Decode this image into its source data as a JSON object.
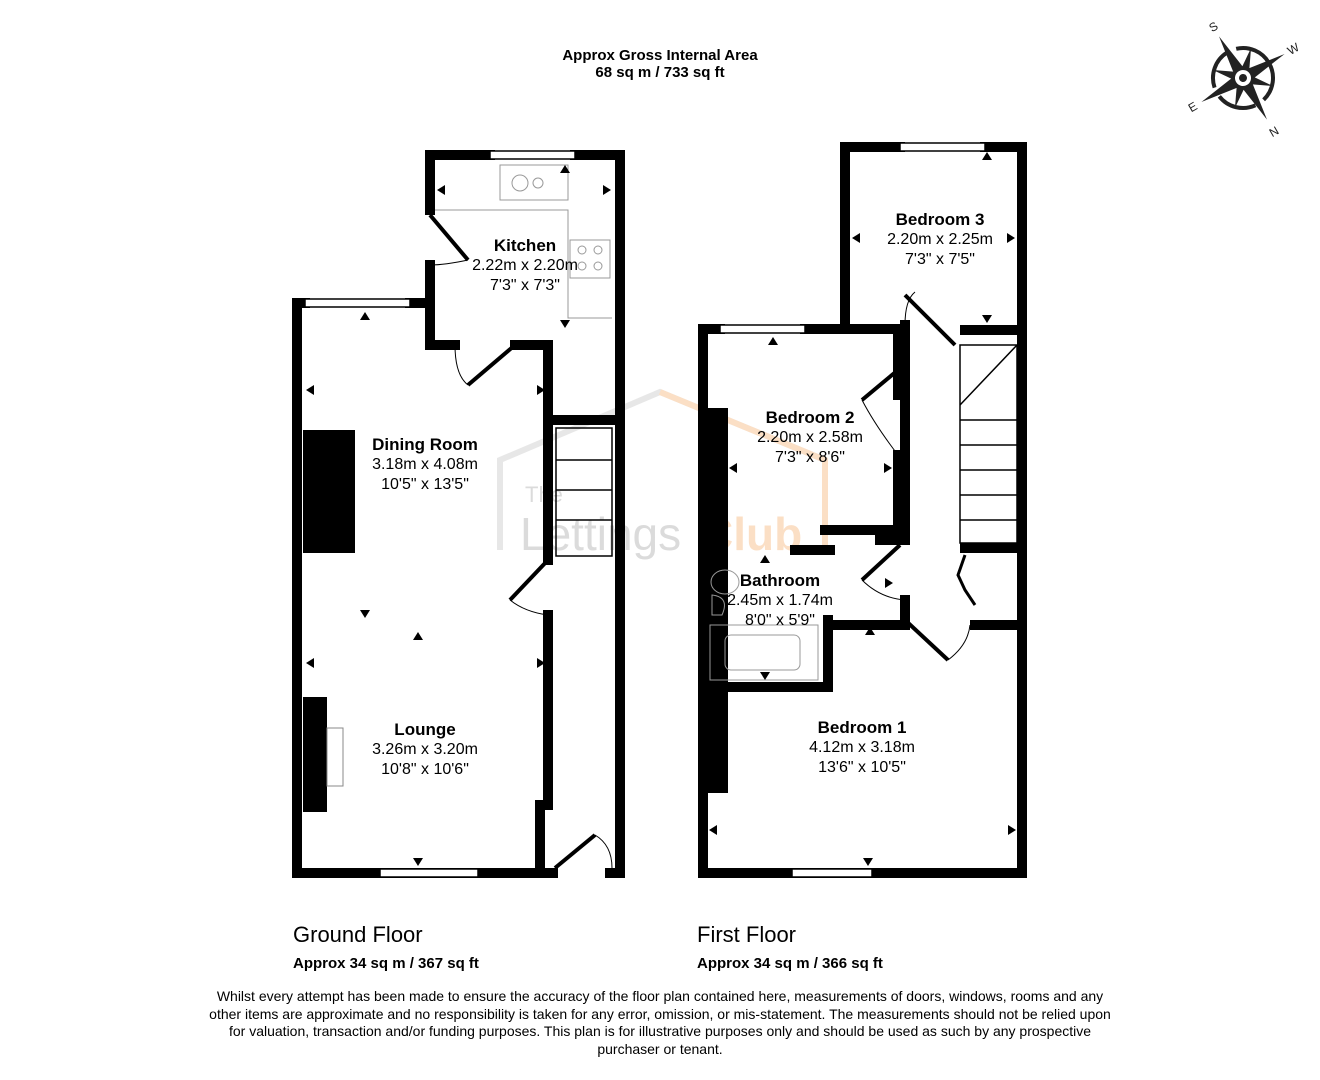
{
  "header": {
    "title": "Approx Gross Internal Area",
    "area": "68 sq m / 733 sq ft"
  },
  "compass": {
    "labels": [
      "S",
      "W",
      "N",
      "E"
    ]
  },
  "watermark": {
    "text": "The LettingsClub",
    "color": "#f5a45c"
  },
  "ground_floor": {
    "name": "Ground Floor",
    "area": "Approx 34 sq m / 367 sq ft",
    "rooms": [
      {
        "name": "Kitchen",
        "metric": "2.22m x 2.20m",
        "imperial": "7'3\" x 7'3\""
      },
      {
        "name": "Dining Room",
        "metric": "3.18m x 4.08m",
        "imperial": "10'5\" x 13'5\""
      },
      {
        "name": "Lounge",
        "metric": "3.26m x 3.20m",
        "imperial": "10'8\" x 10'6\""
      }
    ]
  },
  "first_floor": {
    "name": "First Floor",
    "area": "Approx 34 sq m / 366 sq ft",
    "rooms": [
      {
        "name": "Bedroom 3",
        "metric": "2.20m x 2.25m",
        "imperial": "7'3\" x 7'5\""
      },
      {
        "name": "Bedroom 2",
        "metric": "2.20m x 2.58m",
        "imperial": "7'3\" x 8'6\""
      },
      {
        "name": "Bathroom",
        "metric": "2.45m x 1.74m",
        "imperial": "8'0\" x 5'9\""
      },
      {
        "name": "Bedroom 1",
        "metric": "4.12m x 3.18m",
        "imperial": "13'6\" x 10'5\""
      }
    ]
  },
  "disclaimer": "Whilst every attempt has been made to ensure the accuracy of the floor plan contained here, measurements of doors, windows, rooms and any other items are approximate and no responsibility is taken for any error, omission, or mis-statement. The measurements should not be relied upon for valuation, transaction and/or funding purposes. This plan is for illustrative purposes only and should be used as such by any prospective purchaser or tenant."
}
